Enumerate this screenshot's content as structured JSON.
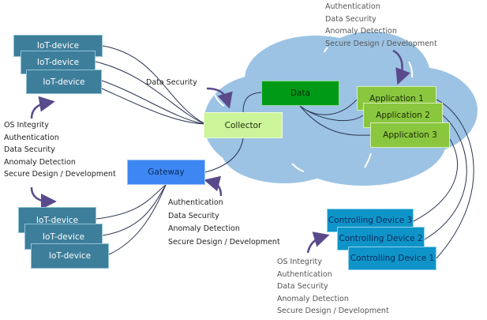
{
  "nodes": {
    "iot_top": [
      "IoT-device",
      "IoT-device",
      "IoT-device"
    ],
    "iot_bottom": [
      "IoT-device",
      "IoT-device",
      "IoT-device"
    ],
    "gateway": "Gateway",
    "collector": "Collector",
    "data": "Data",
    "applications": [
      "Application 1",
      "Application 2",
      "Application 3"
    ],
    "controlling_devices": [
      "Controlling Device 3",
      "Controlling Device 2",
      "Controlling Device 1"
    ]
  },
  "labels": {
    "iot_security": [
      "OS Integrity",
      "Authentication",
      "Data Security",
      "Anomaly Detection",
      "Secure Design / Development"
    ],
    "collector_security": "Data Security",
    "gateway_security": [
      "Authentication",
      "Data Security",
      "Anomaly Detection",
      "Secure Design / Development"
    ],
    "application_security": [
      "Authentication",
      "Data Security",
      "Anomaly Detection",
      "Secure Design / Development"
    ],
    "controlling_security": [
      "OS Integrity",
      "Authentication",
      "Data Security",
      "Anomaly Detection",
      "Secure Design / Development"
    ]
  },
  "colors": {
    "cloud": "#9cc3e4",
    "iot": "#3d7e9a",
    "controlling": "#0e94c8",
    "application": "#8ac73f",
    "data": "#009a17",
    "collector": "#ccf59a",
    "gateway": "#3e87f2",
    "arrow": "#5b4a8b"
  }
}
